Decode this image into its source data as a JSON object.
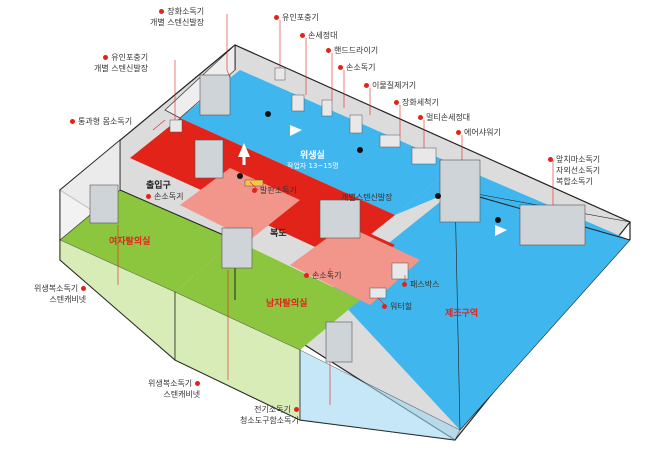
{
  "zones": {
    "hygiene_room": "위생실",
    "hygiene_room_note": "작업자 13~15명",
    "entrance": "출입구",
    "corridor": "복도",
    "female_locker": "여자탈의실",
    "male_locker": "남자탈의실",
    "production": "제조구역"
  },
  "labels": {
    "shoe_dryer_top": [
      "장화소독기",
      "개별 스텐신발장"
    ],
    "uv_dryer_top": [
      "유인포충기"
    ],
    "hand_wash": [
      "손세정대"
    ],
    "hand_dryer": [
      "핸드드라이기"
    ],
    "hand_sanitizer": [
      "손소독기"
    ],
    "lint_remover": [
      "이물질제거기"
    ],
    "boot_washer": [
      "장화세척기"
    ],
    "multi_wash": [
      "멀티손세정대"
    ],
    "air_shower": [
      "에어샤워기"
    ],
    "uv_left": [
      "유인포충기",
      "개별 스텐신발장"
    ],
    "walkthrough": [
      "통과형 몸소독기"
    ],
    "hand_sanitizer_entry": [
      "손소독기"
    ],
    "foot_sanitizer": [
      "발판소독기"
    ],
    "shoe_cabinet_mid": [
      "개별스텐신발장"
    ],
    "hand_sanitizer_corr": [
      "손소독기"
    ],
    "pass_box": [
      "패스박스"
    ],
    "water_heater": [
      "워터힐"
    ],
    "right_cabinet": [
      "앞치마소독기",
      "자외선소독기",
      "복합소독기"
    ],
    "sterilizer_left": [
      "위생복소독기",
      "스텐캐비넷"
    ],
    "sterilizer_bottom": [
      "위생복소독기",
      "스텐캐비넷"
    ],
    "electric_sterilizer": [
      "전기소독기",
      "청소도구함소독기"
    ]
  },
  "colors": {
    "blue": "#3fb6ee",
    "green": "#8cc63f",
    "red": "#e2231a",
    "wall": "#f2f2f2",
    "edge": "#222222"
  }
}
